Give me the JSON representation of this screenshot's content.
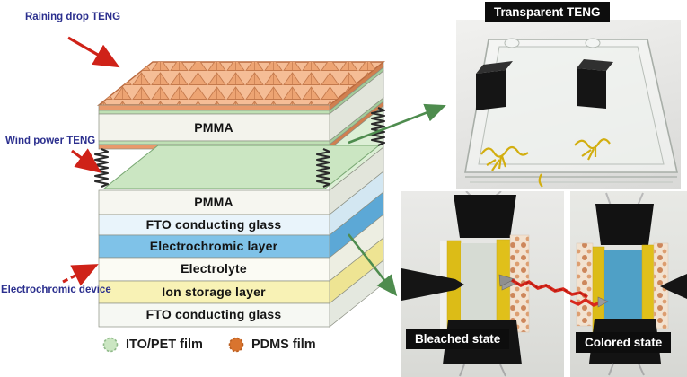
{
  "diagram": {
    "annotations": {
      "raining_drop": "Raining drop TENG",
      "wind_power": "Wind power TENG",
      "electrochromic_device": "Electrochromic device"
    },
    "layers": {
      "pmma_upper": "PMMA",
      "pmma_lower": "PMMA",
      "fto_upper": "FTO conducting glass",
      "electrochromic": "Electrochromic layer",
      "electrolyte": "Electrolyte",
      "ion_storage": "Ion storage layer",
      "fto_lower": "FTO conducting glass"
    },
    "legend": {
      "ito_pet": {
        "label": "ITO/PET film",
        "color": "#cbe6c2"
      },
      "pdms": {
        "label": "PDMS film",
        "color": "#d9742e"
      }
    }
  },
  "photos": {
    "transparent_teng": {
      "label": "Transparent TENG"
    },
    "bleached": {
      "label": "Bleached state"
    },
    "colored": {
      "label": "Colored state"
    }
  },
  "colors": {
    "annotation_text": "#2b2f8e",
    "red_arrow": "#cf2218",
    "green_arrow": "#4e8c4e",
    "pmma": "#f3f3ec",
    "fto_glass": "#e9f4fb",
    "electrochromic_layer": "#7fc2e8",
    "electrolyte": "#fbfbf4",
    "ion_storage_layer": "#f8f2b5",
    "ito_pet_film": "#cbe6c2",
    "pdms_film": "#e8996b",
    "bleached_panel": "#d6dbd3",
    "colored_panel": "#4fa0c6"
  }
}
